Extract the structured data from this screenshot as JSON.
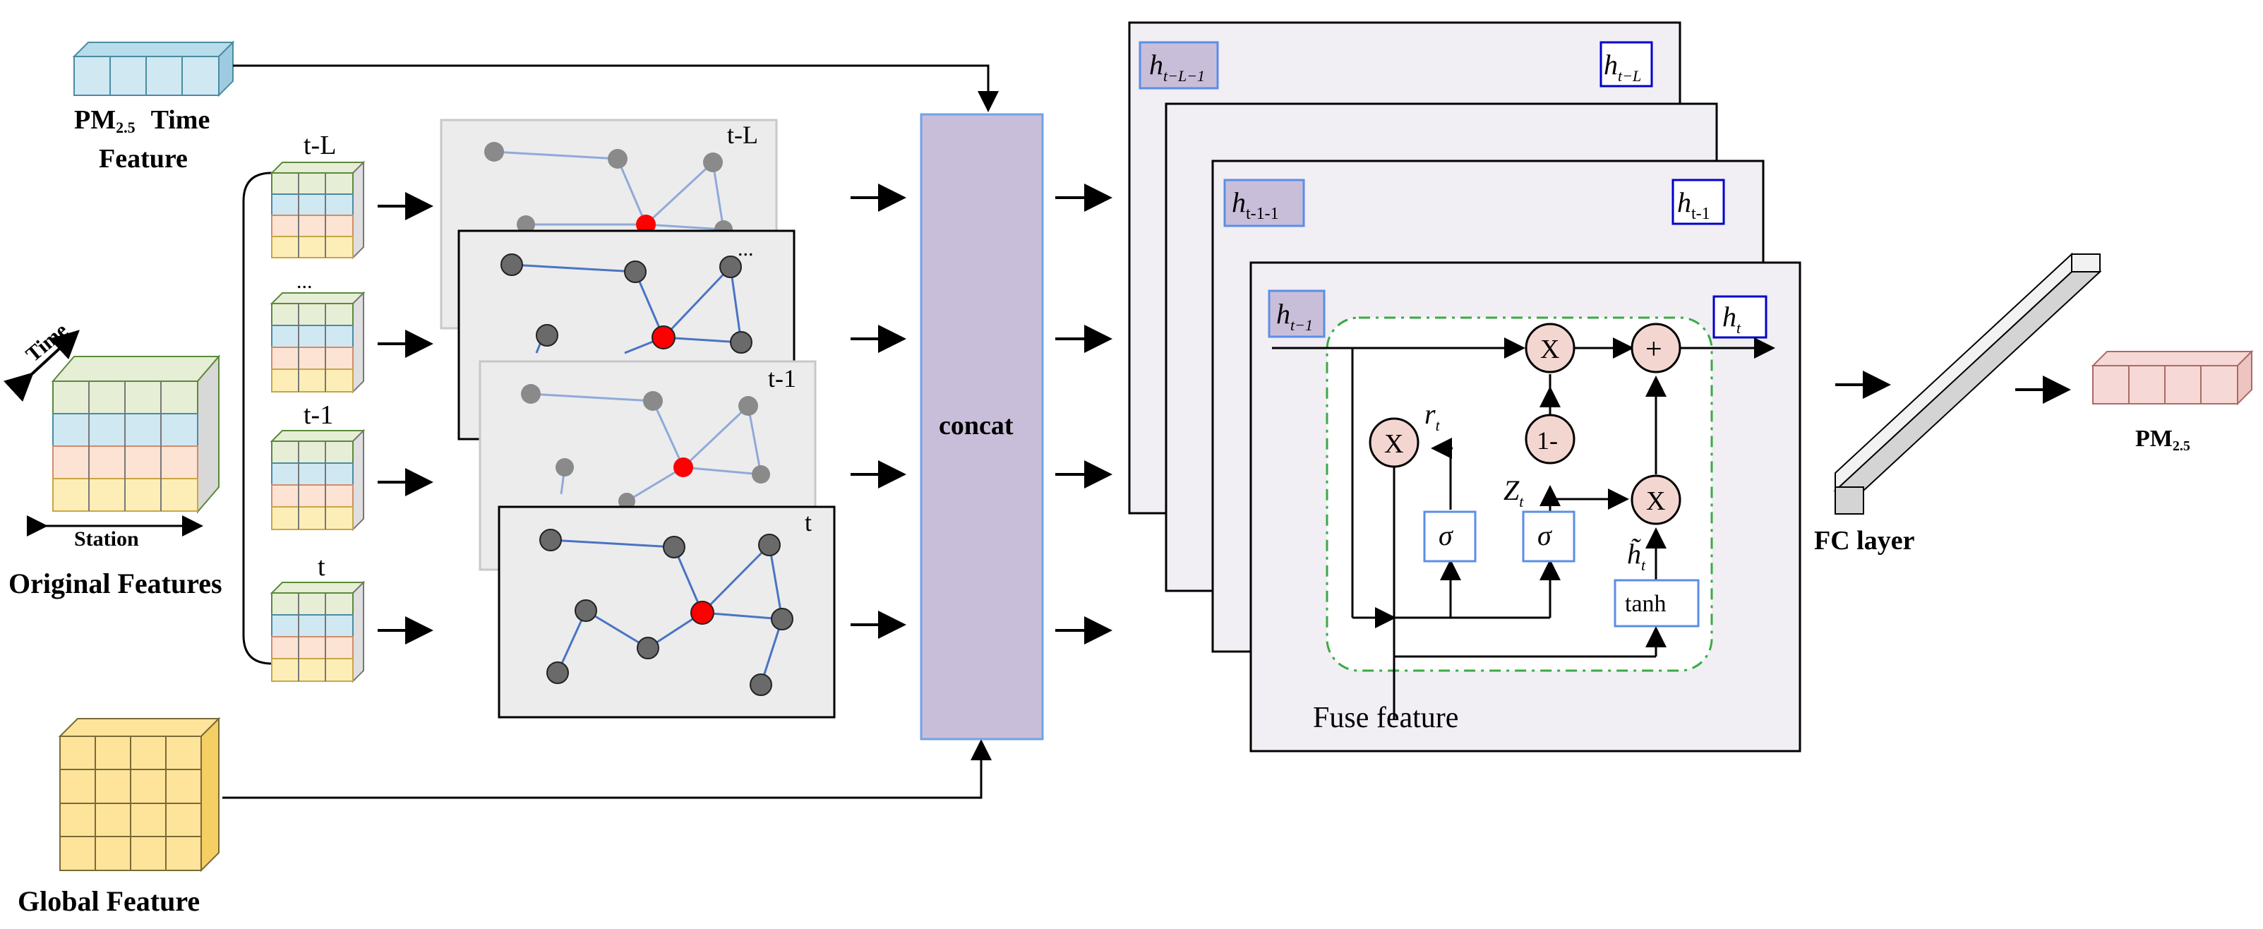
{
  "labels": {
    "pm25_time_feature_line1_main": "PM",
    "pm25_time_feature_line1_sub": "2.5",
    "pm25_time_feature_line1_tail": "Time",
    "pm25_time_feature_line2": "Feature",
    "original_features": "Original Features",
    "time_axis": "Time",
    "station_axis": "Station",
    "global_feature": "Global  Feature",
    "concat": "concat",
    "fc_layer": "FC layer",
    "output_main": "PM",
    "output_sub": "2.5",
    "fuse_feature": "Fuse feature"
  },
  "snapshots": {
    "t_minus_L": "t-L",
    "dots": "...",
    "t_minus_1": "t-1",
    "t": "t"
  },
  "graph_labels": {
    "g1": "t-L",
    "g2": "...",
    "g3": "t-1",
    "g4": "t"
  },
  "gru_states": {
    "frame1_left": "h",
    "frame1_left_sub": "t−L−1",
    "frame1_right": "h",
    "frame1_right_sub": "t−L",
    "frame3_left": "h",
    "frame3_left_sub": "t-1-1",
    "frame3_right": "h",
    "frame3_right_sub": "t-1",
    "frame4_left": "h",
    "frame4_left_sub": "t−1",
    "frame4_right": "h",
    "frame4_right_sub": "t"
  },
  "gru_ops": {
    "multiply": "X",
    "add": "+",
    "one_minus": "1-",
    "sigma": "σ",
    "tanh": "tanh",
    "r": "r",
    "r_sub": "t",
    "z": "Z",
    "z_sub": "t",
    "htilde": "h̃",
    "htilde_sub": "t"
  },
  "colors": {
    "cube_blue": "#cfe8f2",
    "cube_green": "#e7eed6",
    "cube_peach": "#fde3d3",
    "cube_yellow": "#fdeeb8",
    "global_yellow": "#fde49a",
    "concat_fill": "#c9bed9",
    "concat_stroke": "#6fa3e6",
    "frame_fill": "#f1eef4",
    "node_gray": "#8a8a8a",
    "node_red": "#ff0000",
    "edge_blue": "#4a74c4",
    "gru_circle": "#f4d6d0",
    "gate_stroke": "#5b8ee6",
    "dash_green": "#3aaa45",
    "output_pink": "#f6d8d6"
  }
}
